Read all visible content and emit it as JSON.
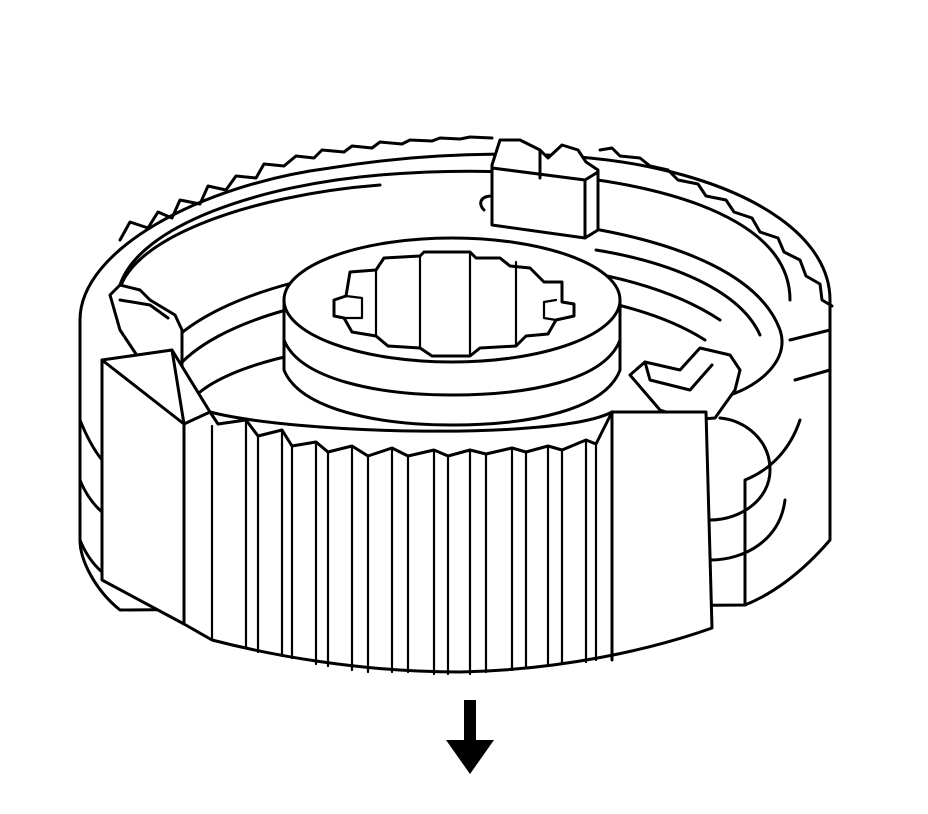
{
  "figure": {
    "subject": "synchronizer-assembly",
    "parts": [
      "outer-sleeve-ring",
      "blocker-ring",
      "inner-hub",
      "splined-bore",
      "strut-keys"
    ],
    "arrow_direction": "down",
    "colors": {
      "line": "#000000",
      "background": "#ffffff"
    }
  }
}
